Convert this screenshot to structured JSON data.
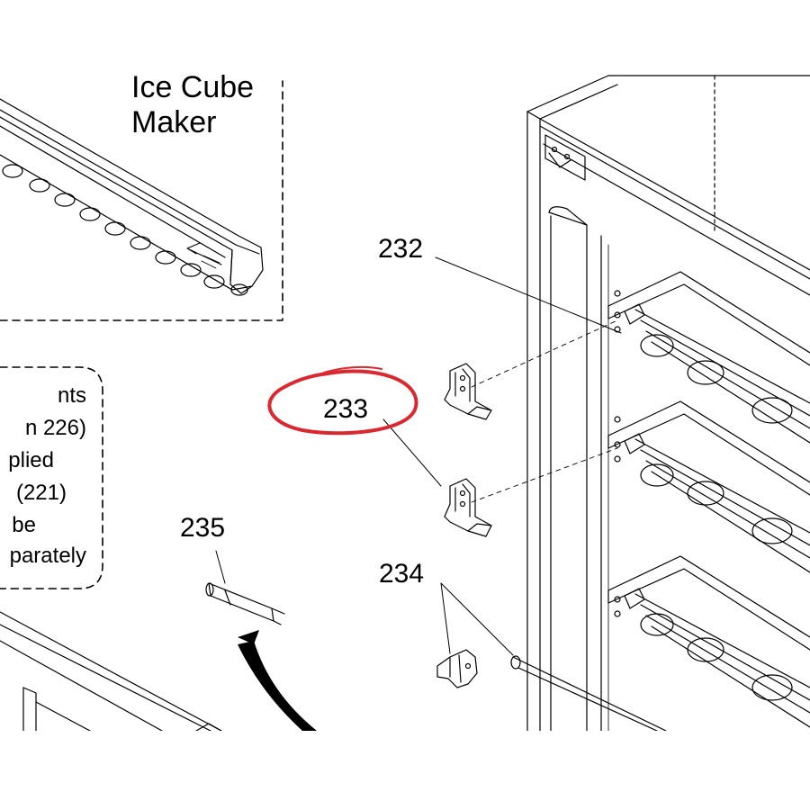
{
  "inset": {
    "title_lines": [
      "Ice Cube",
      "Maker"
    ]
  },
  "note": {
    "lines": [
      "nts",
      "n 226)",
      "plied",
      "(221)",
      "be",
      "parately"
    ]
  },
  "callouts": {
    "c232": "232",
    "c233": "233",
    "c234": "234",
    "c235": "235"
  },
  "highlight": {
    "target": "233",
    "color": "#d9282f"
  }
}
